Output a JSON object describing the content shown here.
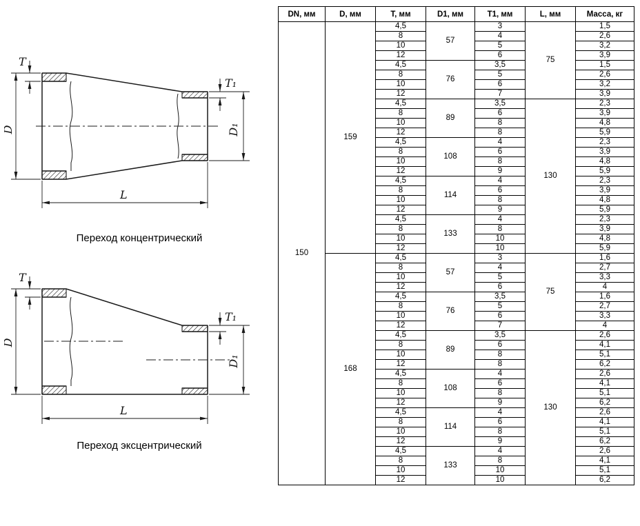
{
  "diagrams": {
    "concentric": {
      "caption": "Переход концентрический"
    },
    "eccentric": {
      "caption": "Переход эксцентрический"
    },
    "dim_labels": {
      "t": "T",
      "t1": "T₁",
      "d": "D",
      "d1": "D₁",
      "l": "L"
    }
  },
  "table": {
    "headers": [
      "DN, мм",
      "D, мм",
      "T, мм",
      "D1, мм",
      "T1, мм",
      "L, мм",
      "Масса, кг"
    ],
    "dn": "150",
    "d_groups": [
      {
        "d": "159",
        "l_groups": [
          {
            "l": "75",
            "d1_blocks": [
              {
                "d1": "57",
                "rows": [
                  [
                    "4,5",
                    "3",
                    "1,5"
                  ],
                  [
                    "8",
                    "4",
                    "2,6"
                  ],
                  [
                    "10",
                    "5",
                    "3,2"
                  ],
                  [
                    "12",
                    "6",
                    "3,9"
                  ]
                ]
              },
              {
                "d1": "76",
                "rows": [
                  [
                    "4,5",
                    "3,5",
                    "1,5"
                  ],
                  [
                    "8",
                    "5",
                    "2,6"
                  ],
                  [
                    "10",
                    "6",
                    "3,2"
                  ],
                  [
                    "12",
                    "7",
                    "3,9"
                  ]
                ]
              }
            ]
          },
          {
            "l": "130",
            "d1_blocks": [
              {
                "d1": "89",
                "rows": [
                  [
                    "4,5",
                    "3,5",
                    "2,3"
                  ],
                  [
                    "8",
                    "6",
                    "3,9"
                  ],
                  [
                    "10",
                    "8",
                    "4,8"
                  ],
                  [
                    "12",
                    "8",
                    "5,9"
                  ]
                ]
              },
              {
                "d1": "108",
                "rows": [
                  [
                    "4,5",
                    "4",
                    "2,3"
                  ],
                  [
                    "8",
                    "6",
                    "3,9"
                  ],
                  [
                    "10",
                    "8",
                    "4,8"
                  ],
                  [
                    "12",
                    "9",
                    "5,9"
                  ]
                ]
              },
              {
                "d1": "114",
                "rows": [
                  [
                    "4,5",
                    "4",
                    "2,3"
                  ],
                  [
                    "8",
                    "6",
                    "3,9"
                  ],
                  [
                    "10",
                    "8",
                    "4,8"
                  ],
                  [
                    "12",
                    "9",
                    "5,9"
                  ]
                ]
              },
              {
                "d1": "133",
                "rows": [
                  [
                    "4,5",
                    "4",
                    "2,3"
                  ],
                  [
                    "8",
                    "8",
                    "3,9"
                  ],
                  [
                    "10",
                    "10",
                    "4,8"
                  ],
                  [
                    "12",
                    "10",
                    "5,9"
                  ]
                ]
              }
            ]
          }
        ]
      },
      {
        "d": "168",
        "l_groups": [
          {
            "l": "75",
            "d1_blocks": [
              {
                "d1": "57",
                "rows": [
                  [
                    "4,5",
                    "3",
                    "1,6"
                  ],
                  [
                    "8",
                    "4",
                    "2,7"
                  ],
                  [
                    "10",
                    "5",
                    "3,3"
                  ],
                  [
                    "12",
                    "6",
                    "4"
                  ]
                ]
              },
              {
                "d1": "76",
                "rows": [
                  [
                    "4,5",
                    "3,5",
                    "1,6"
                  ],
                  [
                    "8",
                    "5",
                    "2,7"
                  ],
                  [
                    "10",
                    "6",
                    "3,3"
                  ],
                  [
                    "12",
                    "7",
                    "4"
                  ]
                ]
              }
            ]
          },
          {
            "l": "130",
            "d1_blocks": [
              {
                "d1": "89",
                "rows": [
                  [
                    "4,5",
                    "3,5",
                    "2,6"
                  ],
                  [
                    "8",
                    "6",
                    "4,1"
                  ],
                  [
                    "10",
                    "8",
                    "5,1"
                  ],
                  [
                    "12",
                    "8",
                    "6,2"
                  ]
                ]
              },
              {
                "d1": "108",
                "rows": [
                  [
                    "4,5",
                    "4",
                    "2,6"
                  ],
                  [
                    "8",
                    "6",
                    "4,1"
                  ],
                  [
                    "10",
                    "8",
                    "5,1"
                  ],
                  [
                    "12",
                    "9",
                    "6,2"
                  ]
                ]
              },
              {
                "d1": "114",
                "rows": [
                  [
                    "4,5",
                    "4",
                    "2,6"
                  ],
                  [
                    "8",
                    "6",
                    "4,1"
                  ],
                  [
                    "10",
                    "8",
                    "5,1"
                  ],
                  [
                    "12",
                    "9",
                    "6,2"
                  ]
                ]
              },
              {
                "d1": "133",
                "rows": [
                  [
                    "4,5",
                    "4",
                    "2,6"
                  ],
                  [
                    "8",
                    "8",
                    "4,1"
                  ],
                  [
                    "10",
                    "10",
                    "5,1"
                  ],
                  [
                    "12",
                    "10",
                    "6,2"
                  ]
                ]
              }
            ]
          }
        ]
      }
    ]
  }
}
